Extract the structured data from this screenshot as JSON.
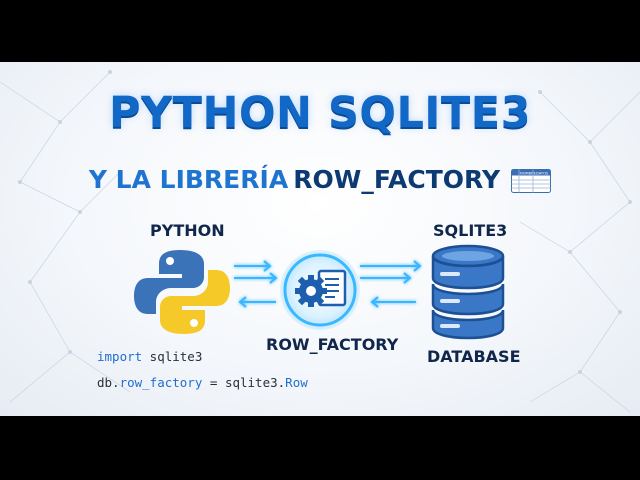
{
  "title": "PYTHON SQLITE3",
  "subtitle_prefix": "Y LA LIBRERÍA",
  "subtitle_highlight": "ROW_FACTORY",
  "table_icon_headers": [
    "NOMBRE",
    "DATOS"
  ],
  "python_label": "PYTHON",
  "row_factory_label": "ROW_FACTORY",
  "sqlite3_label": "SQLITE3",
  "database_label": "DATABASE",
  "code": {
    "line1_keyword": "import",
    "line1_rest": " sqlite3",
    "line2_a": "db.",
    "line2_attr": "row_factory",
    "line2_b": " = sqlite3.",
    "line2_attr2": "Row"
  },
  "colors": {
    "title_blue": "#1268c7",
    "dark_navy": "#10264a",
    "python_blue": "#3a73b8",
    "python_yellow": "#f5c927",
    "db_blue": "#2a5ea8",
    "glow": "#38b6ff"
  },
  "icons": [
    "python-logo-icon",
    "gear-document-icon",
    "database-icon",
    "table-icon"
  ]
}
